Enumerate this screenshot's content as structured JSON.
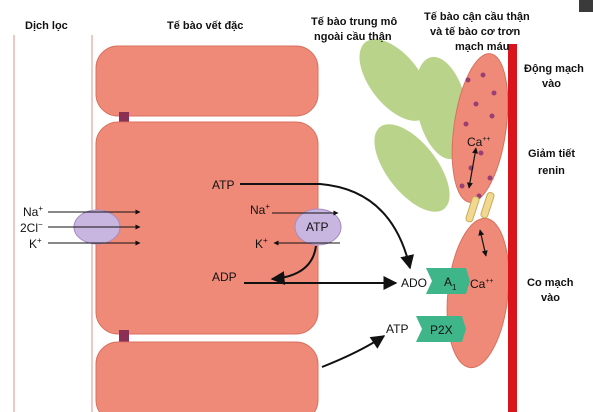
{
  "headers": {
    "filtrate": "Dịch lọc",
    "macula_densa": "Tế bào vết đặc",
    "mesangial_line1": "Tế bào trung mô",
    "mesangial_line2": "ngoài cầu thận",
    "jg_line1": "Tế bào cận cầu thận",
    "jg_line2": "và tế bào cơ trơn",
    "jg_line3": "mạch máu"
  },
  "ions_left": {
    "na_base": "Na",
    "na_sup": "+",
    "cl_base": "2Cl",
    "cl_sup": "−",
    "k_base": "K",
    "k_sup": "+"
  },
  "cell_labels": {
    "atp_top": "ATP",
    "na_base": "Na",
    "na_sup": "+",
    "atpase": "ATP",
    "k_base": "K",
    "k_sup": "+",
    "adp": "ADP",
    "ado": "ADO",
    "a1_base": "A",
    "a1_sub": "1",
    "atp_bottom": "ATP",
    "p2x": "P2X",
    "ca_top_base": "Ca",
    "ca_top_sup": "++",
    "ca_bottom_base": "Ca",
    "ca_bottom_sup": "++"
  },
  "side_labels": {
    "afferent_line1": "Động mạch",
    "afferent_line2": "vào",
    "renin_line1": "Giảm tiết",
    "renin_line2": "renin",
    "vasoconstriction_line1": "Co mạch",
    "vasoconstriction_line2": "vào"
  },
  "colors": {
    "cell_salmon": "#f08a78",
    "cell_edge": "#d8705e",
    "mesangial_green": "#b9d48a",
    "cotransporter_purple": "#c9b6e0",
    "receptor_teal": "#3fb58a",
    "vessel_red": "#d9141c",
    "granule_purple": "#9a3f73",
    "junction": "#8b2f55",
    "channel_yellow": "#f0d890"
  }
}
